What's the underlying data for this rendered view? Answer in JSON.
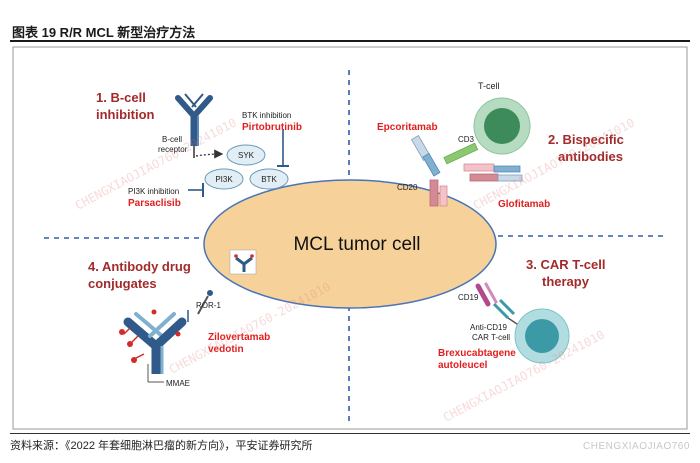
{
  "title": "图表 19   R/R MCL 新型治疗方法",
  "source": "资料来源：《2022 年套细胞淋巴瘤的新方向》，平安证券研究所",
  "watermark_footer": "CHENGXIAOJIAO760",
  "watermark_diag": "CHENGXIAOJIAO760-20241010",
  "center": "MCL tumor cell",
  "sections": {
    "bcell": {
      "heading": [
        "1. B-cell",
        "inhibition"
      ],
      "receptor": [
        "B-cell",
        "receptor"
      ],
      "syk": "SYK",
      "pi3k": "PI3K",
      "btk": "BTK",
      "btk_inhibition": "BTK inhibition",
      "pirtobrutinib": "Pirtobrutinib",
      "pi3k_inhibition": "PI3K inhibition",
      "parsaclisib": "Parsaclisib"
    },
    "bispecific": {
      "heading": [
        "2. Bispecific",
        "antibodies"
      ],
      "tcell": "T-cell",
      "epcoritamab": "Epcoritamab",
      "cd3": "CD3",
      "cd20": "CD20",
      "glofitamab": "Glofitamab"
    },
    "adc": {
      "heading": [
        "4. Antibody drug",
        "conjugates"
      ],
      "ror1": "ROR-1",
      "drug": [
        "Zilovertamab",
        "vedotin"
      ],
      "mmae": "MMAE"
    },
    "cart": {
      "heading": [
        "3. CAR T-cell",
        "therapy"
      ],
      "cd19": "CD19",
      "anti": [
        "Anti-CD19",
        "CAR T-cell"
      ],
      "drug": [
        "Brexucabtagene",
        "autoleucel"
      ]
    }
  },
  "colors": {
    "heading": "#a32a2a",
    "drug": "#e02020",
    "ellipse_fill": "#f6d29a",
    "ellipse_stroke": "#4a74b8",
    "antibody": "#2f5a8a",
    "tcell_green": "#3d8b5a",
    "cart_teal": "#3b9aa5",
    "dash": "#2f5fa8"
  }
}
